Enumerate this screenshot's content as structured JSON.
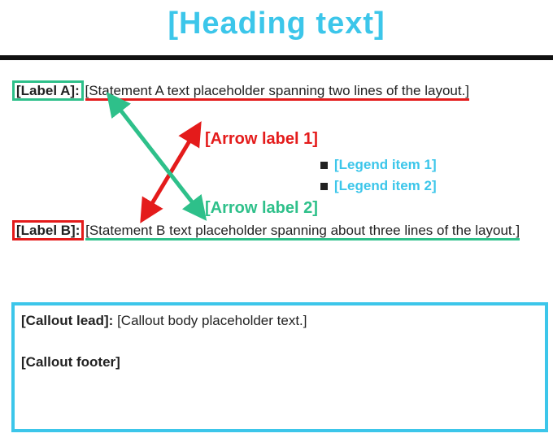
{
  "title": "[Heading text]",
  "statement_a": {
    "label": "[Label A]:",
    "text": "[Statement A text placeholder spanning two lines of the layout.]"
  },
  "statement_b": {
    "label": "[Label B]:",
    "text": "[Statement B text placeholder spanning about three lines of the layout.]"
  },
  "arrow_labels": [
    "[Arrow label 1]",
    "[Arrow label 2]"
  ],
  "legend": [
    "[Legend item 1]",
    "[Legend item 2]"
  ],
  "callout": {
    "lead": "[Callout lead]:",
    "body": "[Callout body placeholder text.]",
    "footer": "[Callout footer]"
  }
}
